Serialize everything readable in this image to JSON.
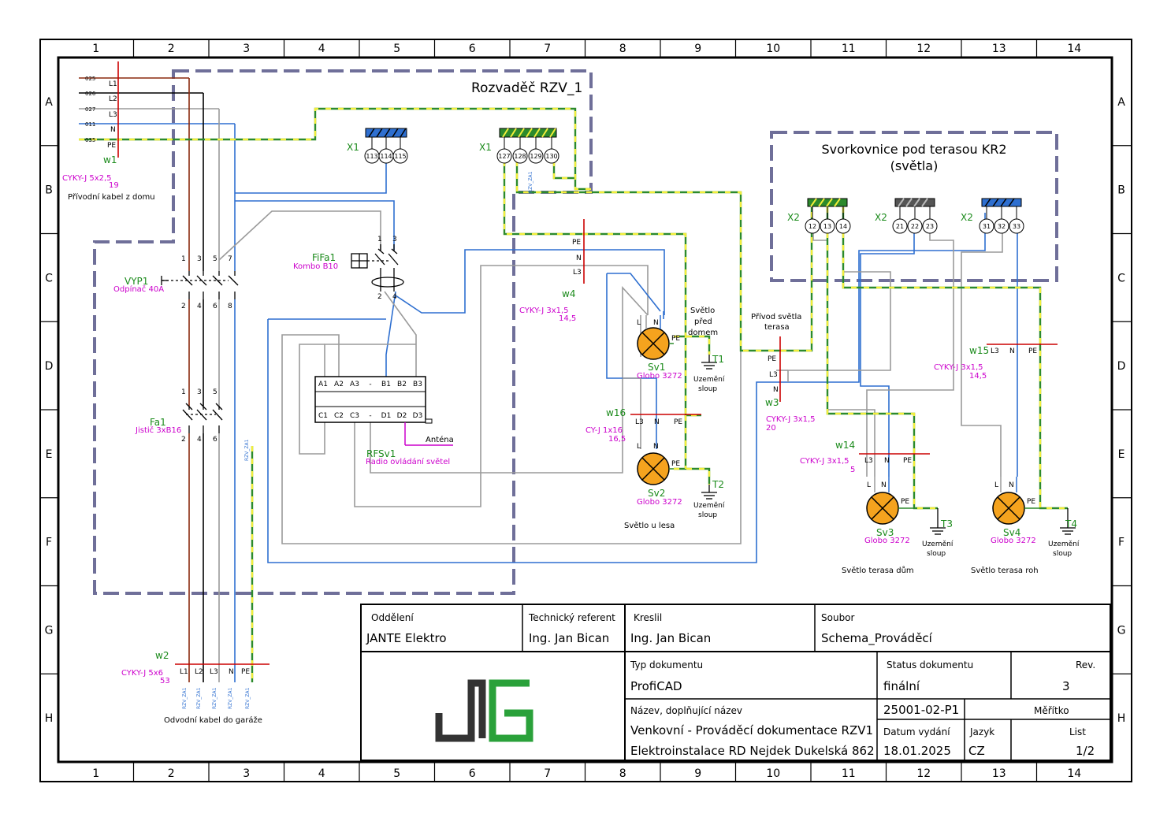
{
  "grid": {
    "columns": [
      "1",
      "2",
      "3",
      "4",
      "5",
      "6",
      "7",
      "8",
      "9",
      "10",
      "11",
      "12",
      "13",
      "14"
    ],
    "rows": [
      "A",
      "B",
      "C",
      "D",
      "E",
      "F",
      "G",
      "H"
    ]
  },
  "frames": {
    "rzv_title": "Rozvaděč RZV_1",
    "kr2_title_1": "Svorkovnice pod terasou KR2",
    "kr2_title_2": "(světla)"
  },
  "cable_w1": {
    "tag": "w1",
    "type": "CYKY-J 5x2,5",
    "length": "19",
    "desc": "Přívodní kabel z domu",
    "cores": [
      "L1",
      "L2",
      "L3",
      "N",
      "PE"
    ],
    "wire_ids": [
      "025",
      "026",
      "027",
      "011",
      "035"
    ]
  },
  "terminals": {
    "x1a": {
      "tag": "X1",
      "numbers": [
        "113",
        "114",
        "115"
      ]
    },
    "x1b": {
      "tag": "X1",
      "numbers": [
        "127",
        "128",
        "129",
        "130"
      ]
    },
    "x2a": {
      "tag": "X2",
      "numbers": [
        "12",
        "13",
        "14"
      ]
    },
    "x2b": {
      "tag": "X2",
      "numbers": [
        "21",
        "22",
        "23"
      ]
    },
    "x2c": {
      "tag": "X2",
      "numbers": [
        "31",
        "32",
        "33"
      ]
    }
  },
  "devices": {
    "vyp1": {
      "tag": "VYP1",
      "desc": "Odpínač 40A",
      "top": [
        "1",
        "3",
        "5",
        "7"
      ],
      "bottom": [
        "2",
        "4",
        "6",
        "8"
      ]
    },
    "fa1": {
      "tag": "Fa1",
      "desc": "Jistič 3xB16",
      "top": [
        "1",
        "3",
        "5"
      ],
      "bottom": [
        "2",
        "4",
        "6"
      ]
    },
    "fifa1": {
      "tag": "FiFa1",
      "desc": "Kombo B10",
      "top": [
        "1",
        "3"
      ],
      "bottom": [
        "2",
        "4"
      ]
    },
    "rfsv1": {
      "tag": "RFSv1",
      "desc": "Radio ovládání světel",
      "top": [
        "A1",
        "A2",
        "A3",
        "-",
        "B1",
        "B2",
        "B3"
      ],
      "bottom": [
        "C1",
        "C2",
        "C3",
        "-",
        "D1",
        "D2",
        "D3"
      ],
      "antenna": "Anténa"
    }
  },
  "cables": {
    "w4": {
      "tag": "w4",
      "type": "CYKY-J 3x1,5",
      "length": "14,5",
      "cores": [
        "PE",
        "N",
        "L3"
      ]
    },
    "w16": {
      "tag": "w16",
      "type": "CY-J 1x16",
      "length": "16,5",
      "cores": [
        "L3",
        "N",
        "PE"
      ]
    },
    "w3": {
      "tag": "w3",
      "type": "CYKY-J 3x1,5",
      "length": "20",
      "cores": [
        "PE",
        "L3",
        "N"
      ],
      "desc_1": "Přívod světla",
      "desc_2": "terasa"
    },
    "w14": {
      "tag": "w14",
      "type": "CYKY-J 3x1,5",
      "length": "5",
      "cores": [
        "L3",
        "N",
        "PE"
      ]
    },
    "w15": {
      "tag": "w15",
      "type": "CYKY-J 3x1,5",
      "length": "14,5",
      "cores": [
        "L3",
        "N",
        "PE"
      ]
    },
    "w2": {
      "tag": "w2",
      "type": "CYKY-J 5x6",
      "length": "53",
      "cores": [
        "L1",
        "L2",
        "L3",
        "N",
        "PE"
      ],
      "desc": "Odvodní kabel do garáže"
    }
  },
  "lamps": {
    "sv1": {
      "tag": "Sv1",
      "type": "Globo 3272",
      "desc_1": "Světlo",
      "desc_2": "před",
      "desc_3": "domem"
    },
    "sv2": {
      "tag": "Sv2",
      "type": "Globo 3272",
      "desc": "Světlo u lesa"
    },
    "sv3": {
      "tag": "Sv3",
      "type": "Globo 3272",
      "desc": "Světlo terasa dům"
    },
    "sv4": {
      "tag": "Sv4",
      "type": "Globo 3272",
      "desc": "Světlo terasa roh"
    },
    "pin_l": "L",
    "pin_n": "N",
    "pin_pe": "PE"
  },
  "grounds": {
    "t1": {
      "tag": "T1"
    },
    "t2": {
      "tag": "T2"
    },
    "t3": {
      "tag": "T3"
    },
    "t4": {
      "tag": "T4"
    },
    "label_1": "Uzemění",
    "label_2": "sloup"
  },
  "wire_marker": "RZV_ZA1",
  "title_block": {
    "dept_label": "Oddělení",
    "dept_value": "JANTE Elektro",
    "tech_label": "Technický referent",
    "tech_value": "Ing. Jan Bican",
    "drawn_label": "Kreslil",
    "drawn_value": "Ing. Jan Bican",
    "file_label": "Soubor",
    "file_value": "Schema_Prováděcí",
    "doctype_label": "Typ dokumentu",
    "doctype_value": "ProfiCAD",
    "status_label": "Status dokumentu",
    "status_value": "finální",
    "rev_label": "Rev.",
    "rev_value": "3",
    "name_label": "Název, doplňující název",
    "name_value_1": "Venkovní - Prováděcí dokumentace RZV1",
    "name_value_2": "Elektroinstalace RD Nejdek Dukelská 862",
    "docnum_value": "25001-02-P1",
    "scale_label": "Měřítko",
    "date_label": "Datum vydání",
    "date_value": "18.01.2025",
    "lang_label": "Jazyk",
    "lang_value": "CZ",
    "sheet_label": "List",
    "sheet_value": "1/2"
  },
  "colors": {
    "brown": "#8b2a0e",
    "black": "#000000",
    "gray": "#9a9a9a",
    "blue": "#2e6fd0",
    "pe_green": "#2c8a2c",
    "pe_yellow": "#f2ee3a",
    "frame": "#6f6f99",
    "tag_green": "#1a8a1a",
    "desc_magenta": "#cc00cc",
    "cable_red": "#cc0000",
    "logo_green": "#2aa13a",
    "lamp": "#f5a31e"
  }
}
